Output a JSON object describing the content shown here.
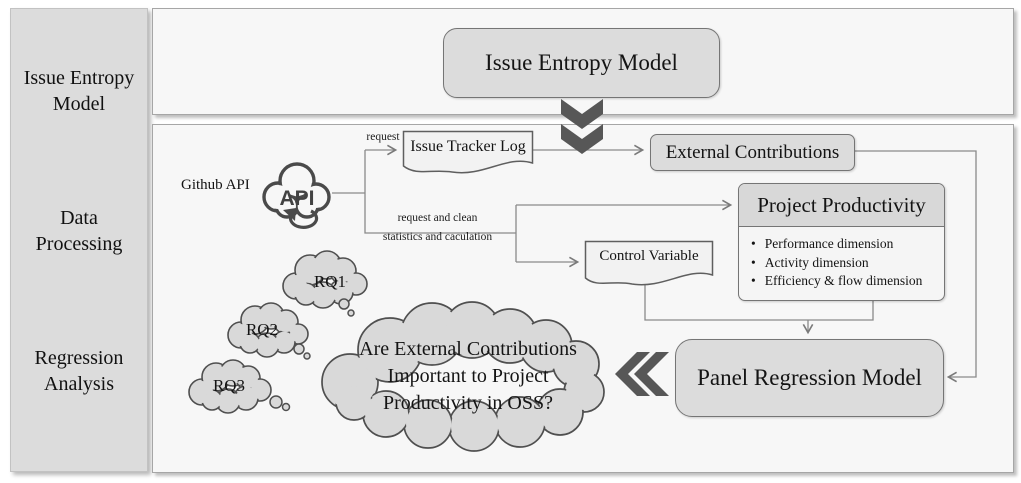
{
  "sidebar": {
    "items": [
      {
        "label": "Issue Entropy\nModel"
      },
      {
        "label": "Data\nProcessing"
      },
      {
        "label": "Regression\nAnalysis"
      }
    ]
  },
  "entropy_section": {
    "title": "Issue Entropy Model"
  },
  "data_section": {
    "github_api_label": "Github API",
    "api_icon_text": "API",
    "edge_labels": {
      "request": "request",
      "request_and_clean": "request and clean",
      "statistics_and_caculation": "statistics and caculation"
    },
    "issue_tracker_log": "Issue Tracker Log",
    "external_contributions": "External Contributions",
    "control_variable": "Control Variable",
    "project_productivity": {
      "title": "Project Productivity",
      "bullets": [
        "Performance dimension",
        "Activity dimension",
        "Efficiency & flow dimension"
      ]
    }
  },
  "regression_section": {
    "thought_bubbles": [
      "RQ1",
      "RQ2",
      "RQ3"
    ],
    "question_cloud": [
      "Are External Contributions",
      "Important to Project",
      "Productivity in OSS?"
    ],
    "panel_regression_model": "Panel Regression Model"
  },
  "colors": {
    "sidebar_fill": "#dcdcdc",
    "panel_fill": "#f7f7f7",
    "box_fill": "#dcdcdc",
    "doc_fill": "#f2f2f2",
    "cloud_fill": "#d9d9d9",
    "connector": "#8a8a8a",
    "chevron": "#575757",
    "text": "#141414"
  }
}
